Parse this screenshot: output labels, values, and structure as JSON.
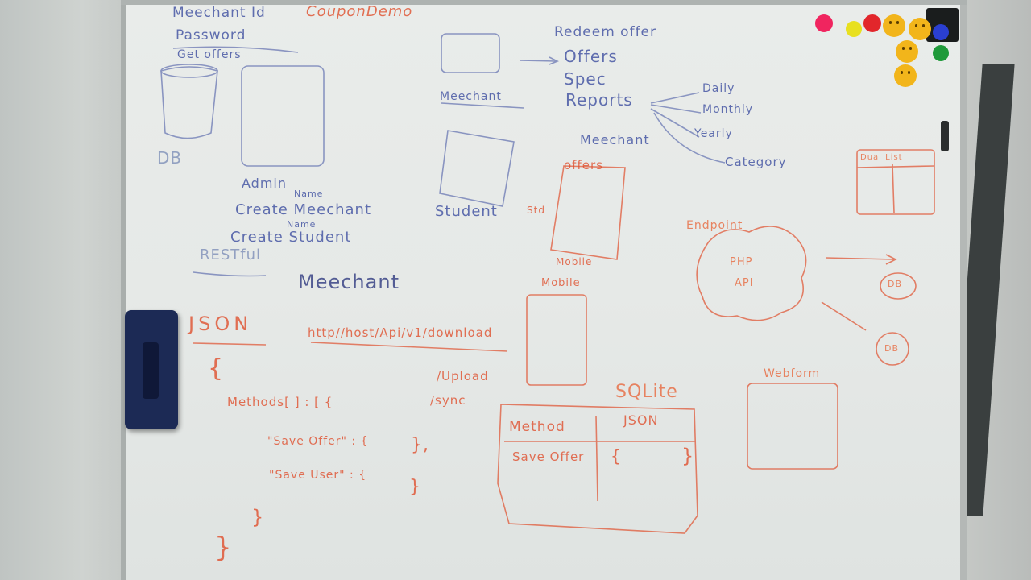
{
  "scene": {
    "description_colors": {
      "board": "#e7eae8",
      "blue_marker": "#3d4ea0",
      "red_marker": "#e0502e",
      "eraser": "#1c2a55"
    }
  },
  "board_text": {
    "top_left": {
      "line1": "Meechant Id",
      "line2": "Password",
      "line3": "Get offers",
      "brand": "CouponDemo",
      "db_label": "DB"
    },
    "admin": {
      "title": "Admin",
      "line1": "Create Meechant",
      "line1_note": "Name",
      "line2": "Create Student",
      "line2_note": "Name"
    },
    "rest": {
      "label": "RESTful",
      "meechant": "Meechant"
    },
    "merchant_panel": {
      "caption": "Meechant",
      "top_label": "Redeem offer",
      "offers": "Offers",
      "spec": "Spec",
      "reports": "Reports",
      "daily": "Daily",
      "monthly": "Monthly",
      "yearly": "Yearly",
      "category": "Category",
      "merchant_offers_a": "Meechant",
      "merchant_offers_b": "offers"
    },
    "student_panel": {
      "caption": "Student",
      "std": "Std"
    },
    "mobile": {
      "label_a": "Mobile",
      "label_b": "Mobile"
    },
    "endpoint": {
      "title": "Endpoint",
      "cloud_line1": "PHP",
      "cloud_line2": "API",
      "db1": "DB",
      "db2": "DB",
      "small_table": "Dual List"
    },
    "json": {
      "title": "JSON",
      "brace_open": "{",
      "methods": "Methods[ ] : [ {",
      "save_offer": "\"Save Offer\" : {",
      "save_offer_close": "},",
      "save_user": "\"Save User\" : {",
      "save_user_close": "}",
      "inner_close": "}",
      "brace_close": "}"
    },
    "urls": {
      "download": "http//host/Api/v1/download",
      "upload": "/Upload",
      "sync": "/sync"
    },
    "sqlite": {
      "title": "SQLite",
      "col1": "Method",
      "col2": "JSON",
      "row1_method": "Save Offer",
      "row1_json_open": "{",
      "row1_json_close": "}"
    },
    "webform": {
      "title": "Webform"
    }
  },
  "magnets": [
    {
      "color": "#f0255f"
    },
    {
      "color": "#e8e020"
    },
    {
      "color": "#e2262b"
    },
    {
      "color": "#f2b51b",
      "icon": "smiley"
    },
    {
      "color": "#f2b51b",
      "icon": "smiley"
    },
    {
      "color": "#f2b51b",
      "icon": "smiley"
    },
    {
      "color": "#f2b51b",
      "icon": "smiley"
    },
    {
      "color": "#2a3fd1"
    },
    {
      "color": "#1f9a3a"
    }
  ]
}
